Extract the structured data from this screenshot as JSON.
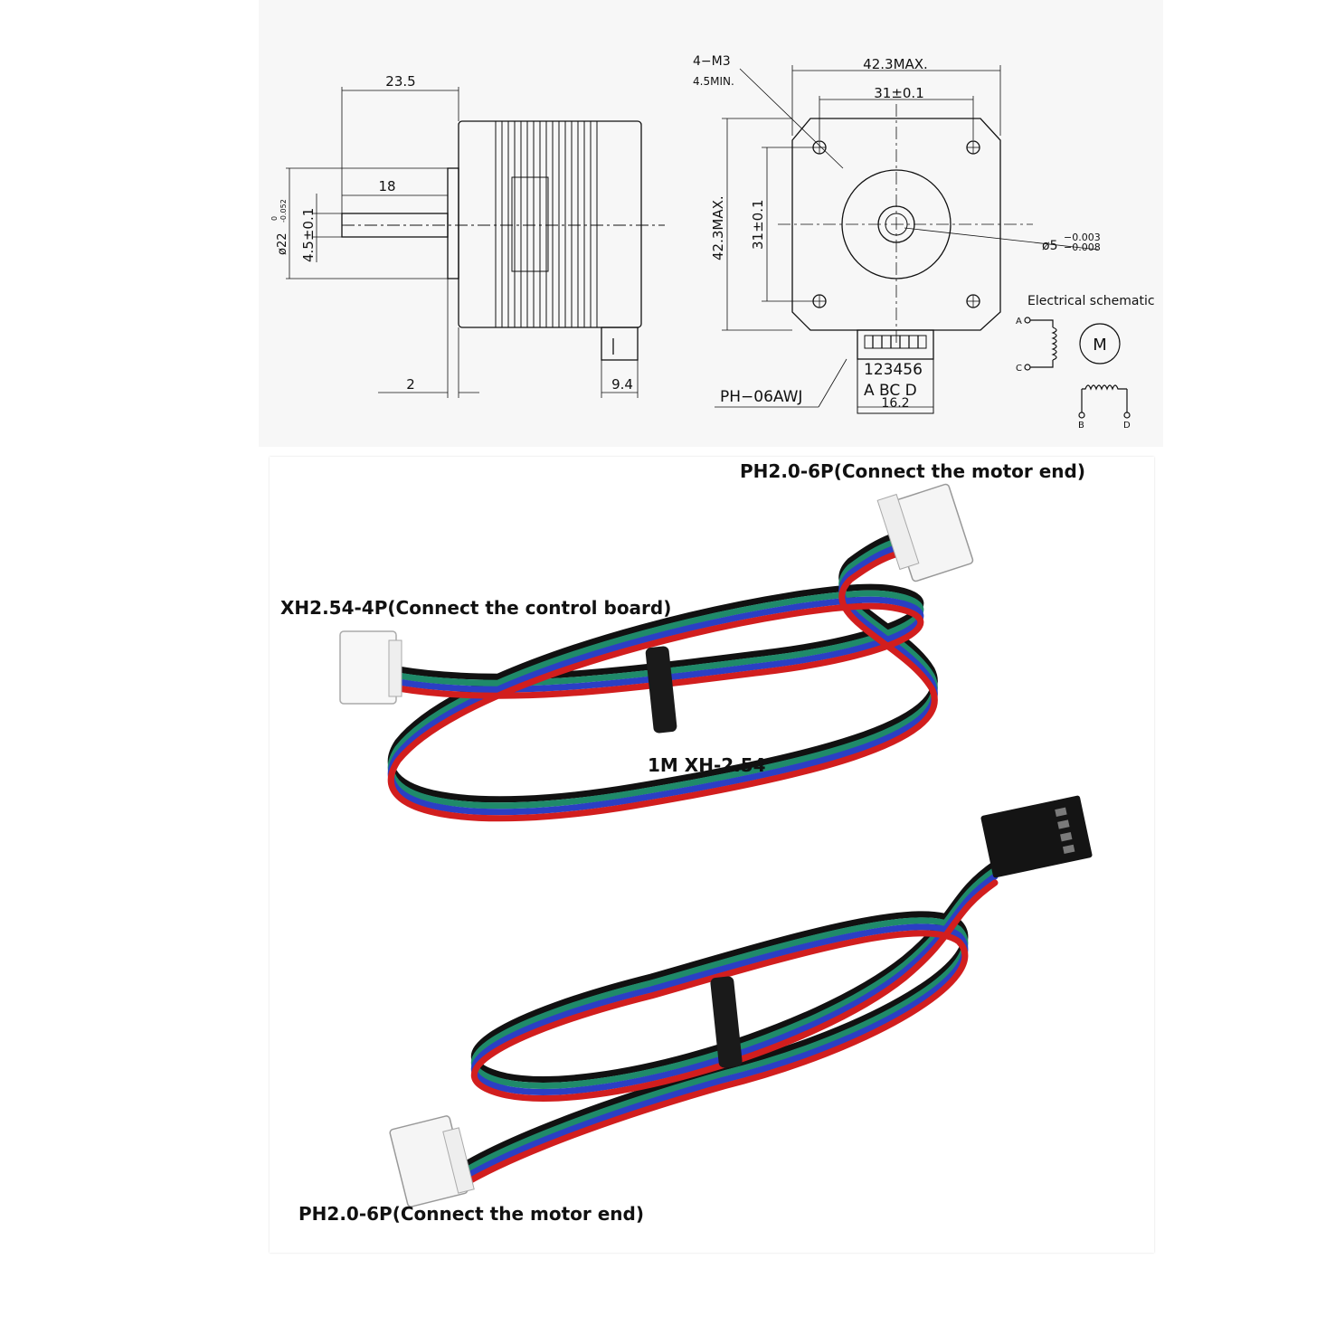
{
  "drawing": {
    "side_view": {
      "dim_body_offset": "23.5",
      "dim_shaft_length": "18",
      "dim_boss_dia": "ø22",
      "dim_boss_tol_upper": "0",
      "dim_boss_tol_lower": "-0.052",
      "dim_shaft_flat": "4.5±0.1",
      "dim_boss_height": "2",
      "dim_connector_depth": "9.4"
    },
    "front_view": {
      "screw_spec": "4−M3",
      "screw_depth": "4.5MIN.",
      "width_max": "42.3MAX.",
      "hole_spacing_h": "31±0.1",
      "height_max": "42.3MAX.",
      "hole_spacing_v": "31±0.1",
      "shaft_dia": "ø5",
      "shaft_tol_upper": "−0.003",
      "shaft_tol_lower": "−0.008",
      "connector_model": "PH−06AWJ",
      "pin_numbers": "123456",
      "pin_letters": "A BC D",
      "connector_width": "16.2"
    },
    "schematic": {
      "title": "Electrical schematic",
      "motor_symbol": "M",
      "terminal_a": "A",
      "terminal_c": "C",
      "terminal_b": "B",
      "terminal_d": "D"
    }
  },
  "photo": {
    "label_motor_end_top": "PH2.0-6P(Connect the motor end)",
    "label_control_board": "XH2.54-4P(Connect the control board)",
    "label_cable": "1M XH-2.54",
    "label_motor_end_bottom": "PH2.0-6P(Connect the motor end)",
    "wire_colors": [
      "#111111",
      "#1f8a6a",
      "#2b3fc4",
      "#d21e1e"
    ]
  }
}
